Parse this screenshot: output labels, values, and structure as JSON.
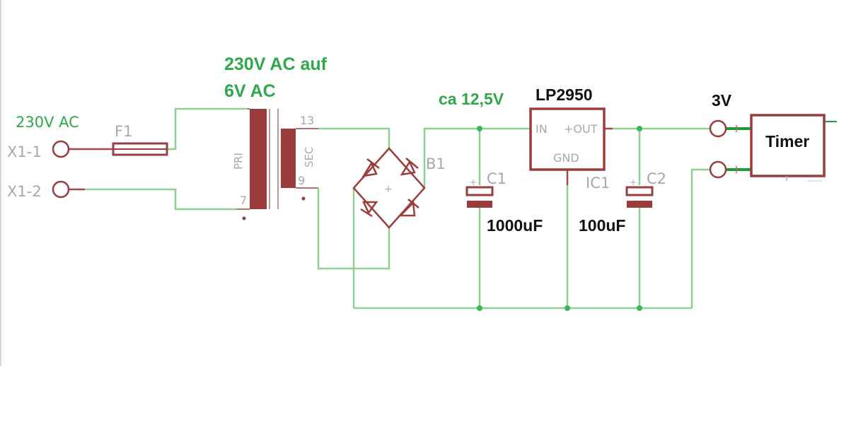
{
  "annotations": {
    "input_voltage": "230V AC",
    "transformer_note_line1": "230V AC auf",
    "transformer_note_line2": "6V AC",
    "rectified_voltage": "ca 12,5V",
    "regulator_name": "LP2950",
    "output_voltage": "3V",
    "c1_value": "1000uF",
    "c2_value": "100uF",
    "load_name": "Timer"
  },
  "labels": {
    "terminal_1": "X1-1",
    "terminal_2": "X1-2",
    "fuse": "F1",
    "primary": "PRI",
    "secondary": "SEC",
    "pin_13": "13",
    "pin_9": "9",
    "pin_7": "7",
    "bridge": "B1",
    "bridge_plus": "+",
    "c1": "C1",
    "c2": "C2",
    "c1_plus": "+",
    "c2_plus": "+",
    "ic_in": "IN",
    "ic_out": "+OUT",
    "ic_gnd": "GND",
    "ic_ref": "IC1"
  },
  "colors": {
    "wire": "#8fd08f",
    "component": "#9b3c3c",
    "eagle_text": "#a8a8a8",
    "annotation_green": "#2ea84a",
    "annotation_black": "#111111"
  }
}
